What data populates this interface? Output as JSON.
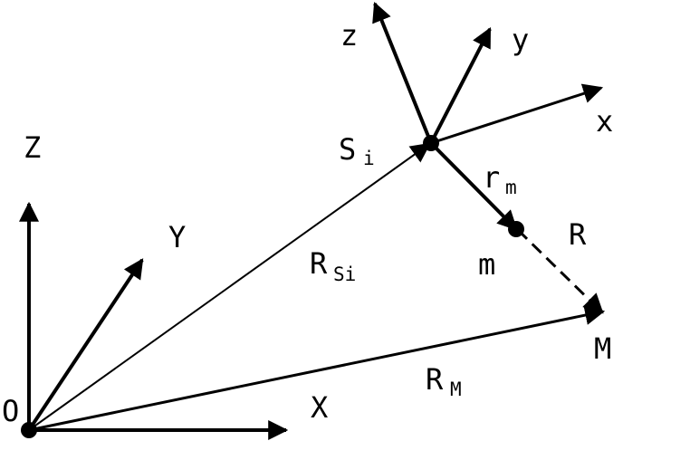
{
  "labels": {
    "origin": "O",
    "X": "X",
    "Y": "Y",
    "Z": "Z",
    "x": "x",
    "y": "y",
    "z": "z",
    "S": "S",
    "S_sub": "i",
    "R": "R",
    "R_si": "R",
    "R_si_sub": "Si",
    "R_M": "R",
    "R_M_sub": "M",
    "r": "r",
    "r_sub": "m",
    "m": "m",
    "M": "M"
  },
  "colors": {
    "stroke": "#000000",
    "background": "#ffffff"
  }
}
